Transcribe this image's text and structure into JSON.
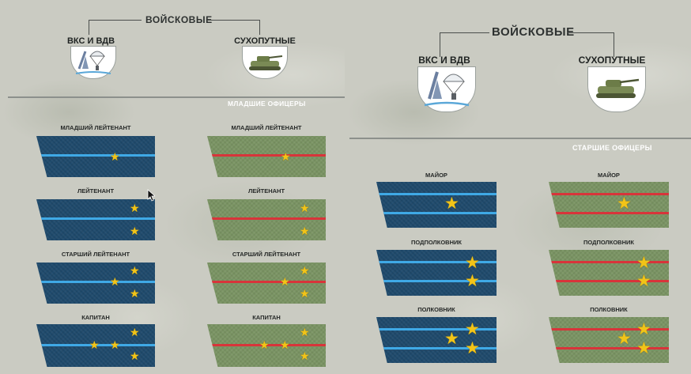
{
  "colors": {
    "air_strap": "#1f4a6c",
    "air_stripe": "#3fa9e6",
    "ground_strap": "#7a9463",
    "ground_stripe": "#d8343a",
    "star": "#f2c418"
  },
  "left": {
    "title": "ВОЙСКОВЫЕ",
    "branch_air": "ВКС И ВДВ",
    "branch_ground": "СУХОПУТНЫЕ",
    "section": "МЛАДШИЕ ОФИЦЕРЫ",
    "ranks": [
      {
        "name": "МЛАДШИЙ ЛЕЙТЕНАНТ",
        "stars": 1
      },
      {
        "name": "ЛЕЙТЕНАНТ",
        "stars": 2
      },
      {
        "name": "СТАРШИЙ ЛЕЙТЕНАНТ",
        "stars": 3
      },
      {
        "name": "КАПИТАН",
        "stars": 4
      }
    ]
  },
  "right": {
    "title": "ВОЙСКОВЫЕ",
    "branch_air": "ВКС И ВДВ",
    "branch_ground": "СУХОПУТНЫЕ",
    "section": "СТАРШИЕ ОФИЦЕРЫ",
    "ranks": [
      {
        "name": "МАЙОР",
        "stars": 1
      },
      {
        "name": "ПОДПОЛКОВНИК",
        "stars": 2
      },
      {
        "name": "ПОЛКОВНИК",
        "stars": 3
      }
    ]
  },
  "icons": {
    "air": "airborne-emblem-icon",
    "ground": "tank-emblem-icon",
    "star": "star-icon",
    "cursor": "mouse-cursor-icon"
  }
}
